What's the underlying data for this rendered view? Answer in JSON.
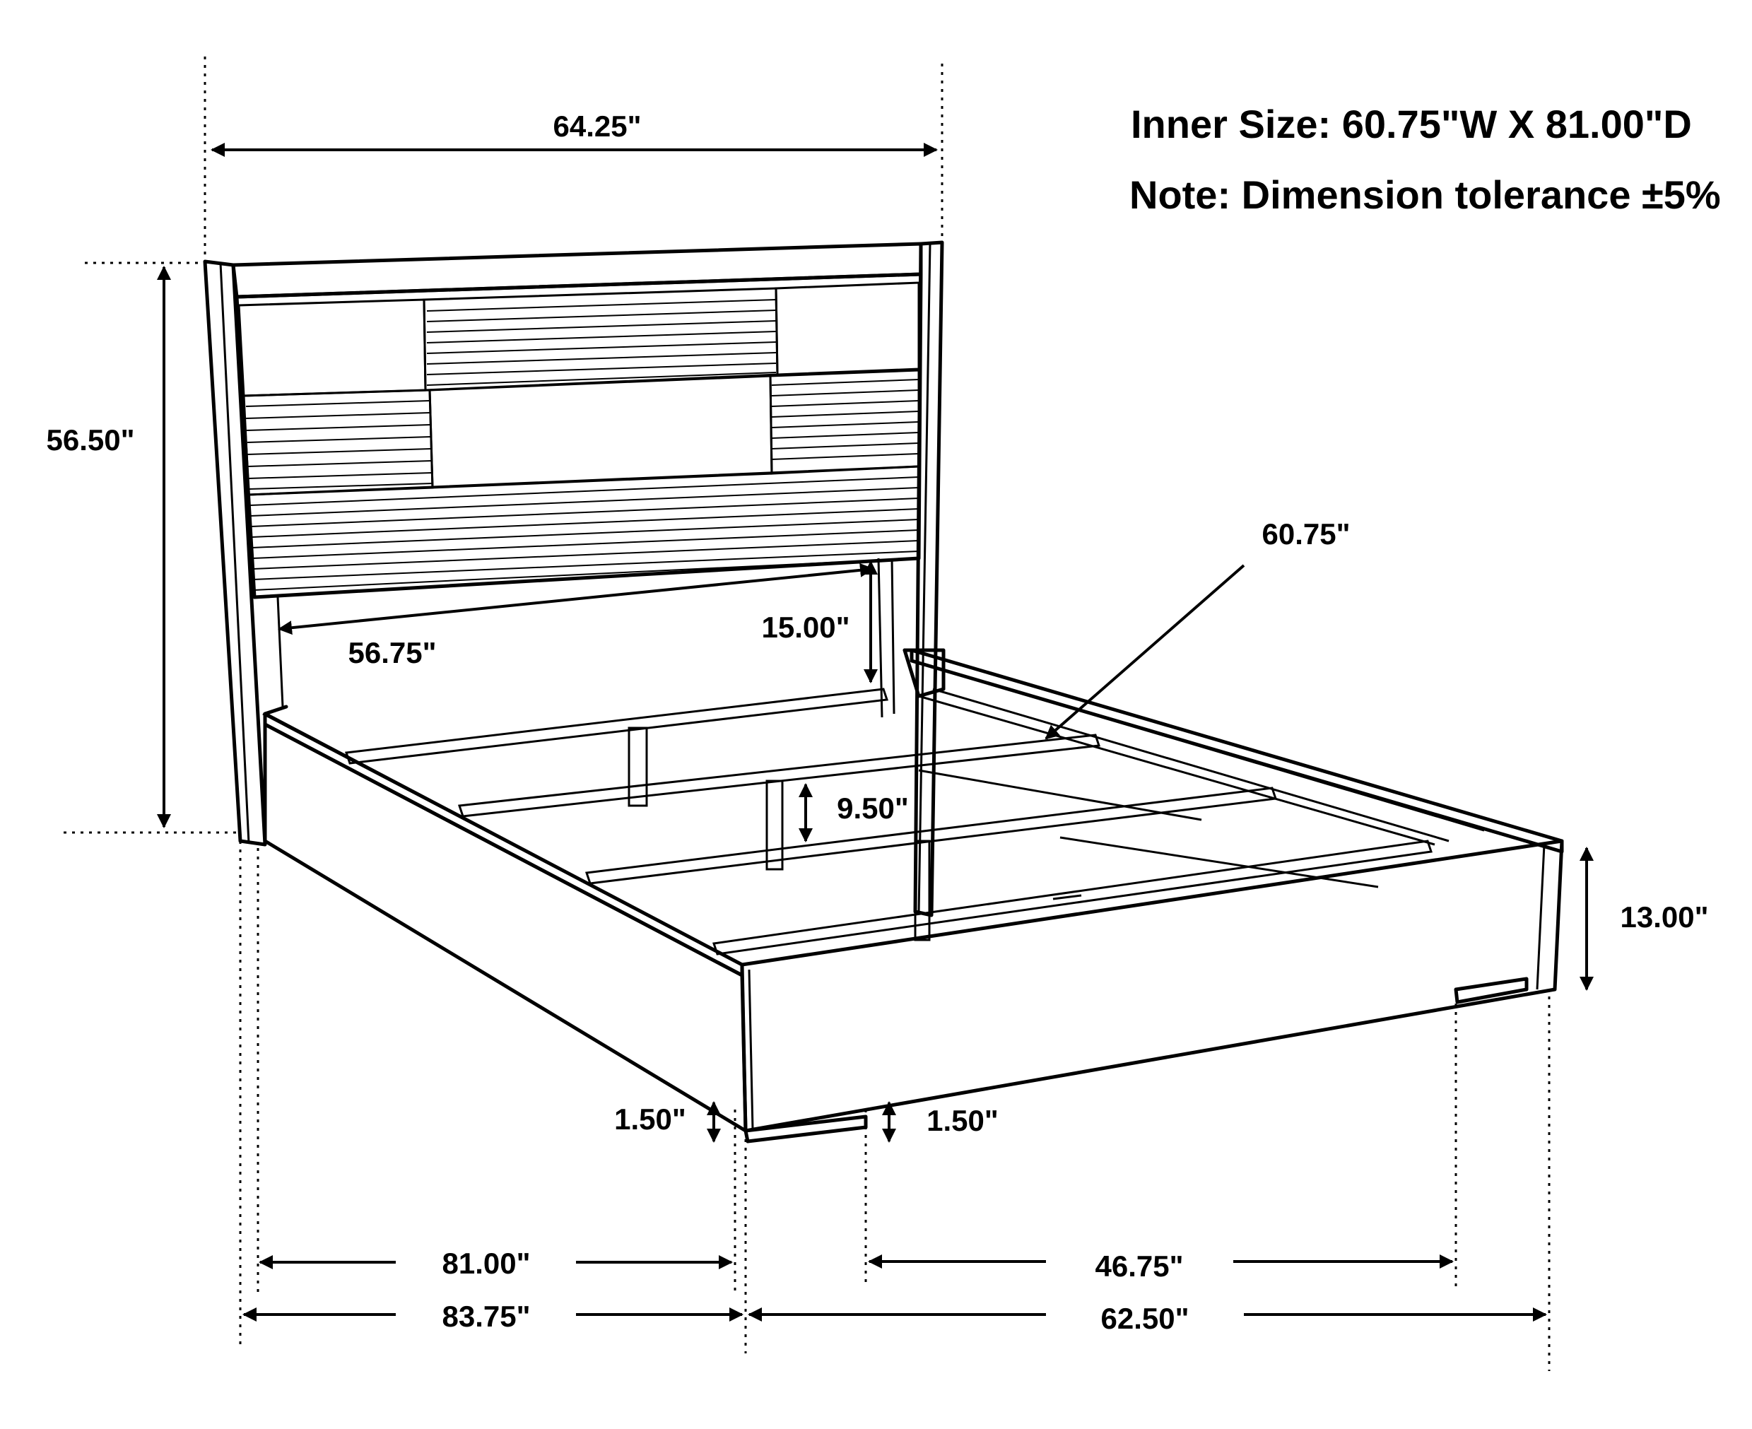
{
  "notes": {
    "inner_size": "Inner Size: 60.75\"W X 81.00\"D",
    "tolerance": "Note: Dimension tolerance ±5%"
  },
  "dimensions": {
    "overall_width": "64.25\"",
    "headboard_height": "56.50\"",
    "headboard_inner_width": "56.75\"",
    "headboard_clearance": "15.00\"",
    "slat_width": "60.75\"",
    "underbed_clearance": "9.50\"",
    "footboard_height": "13.00\"",
    "leg_height_left": "1.50\"",
    "leg_height_right": "1.50\"",
    "rail_length": "81.00\"",
    "overall_length": "83.75\"",
    "leg_span": "46.75\"",
    "footboard_width": "62.50\""
  },
  "colors": {
    "line": "#000000",
    "background": "#ffffff"
  }
}
